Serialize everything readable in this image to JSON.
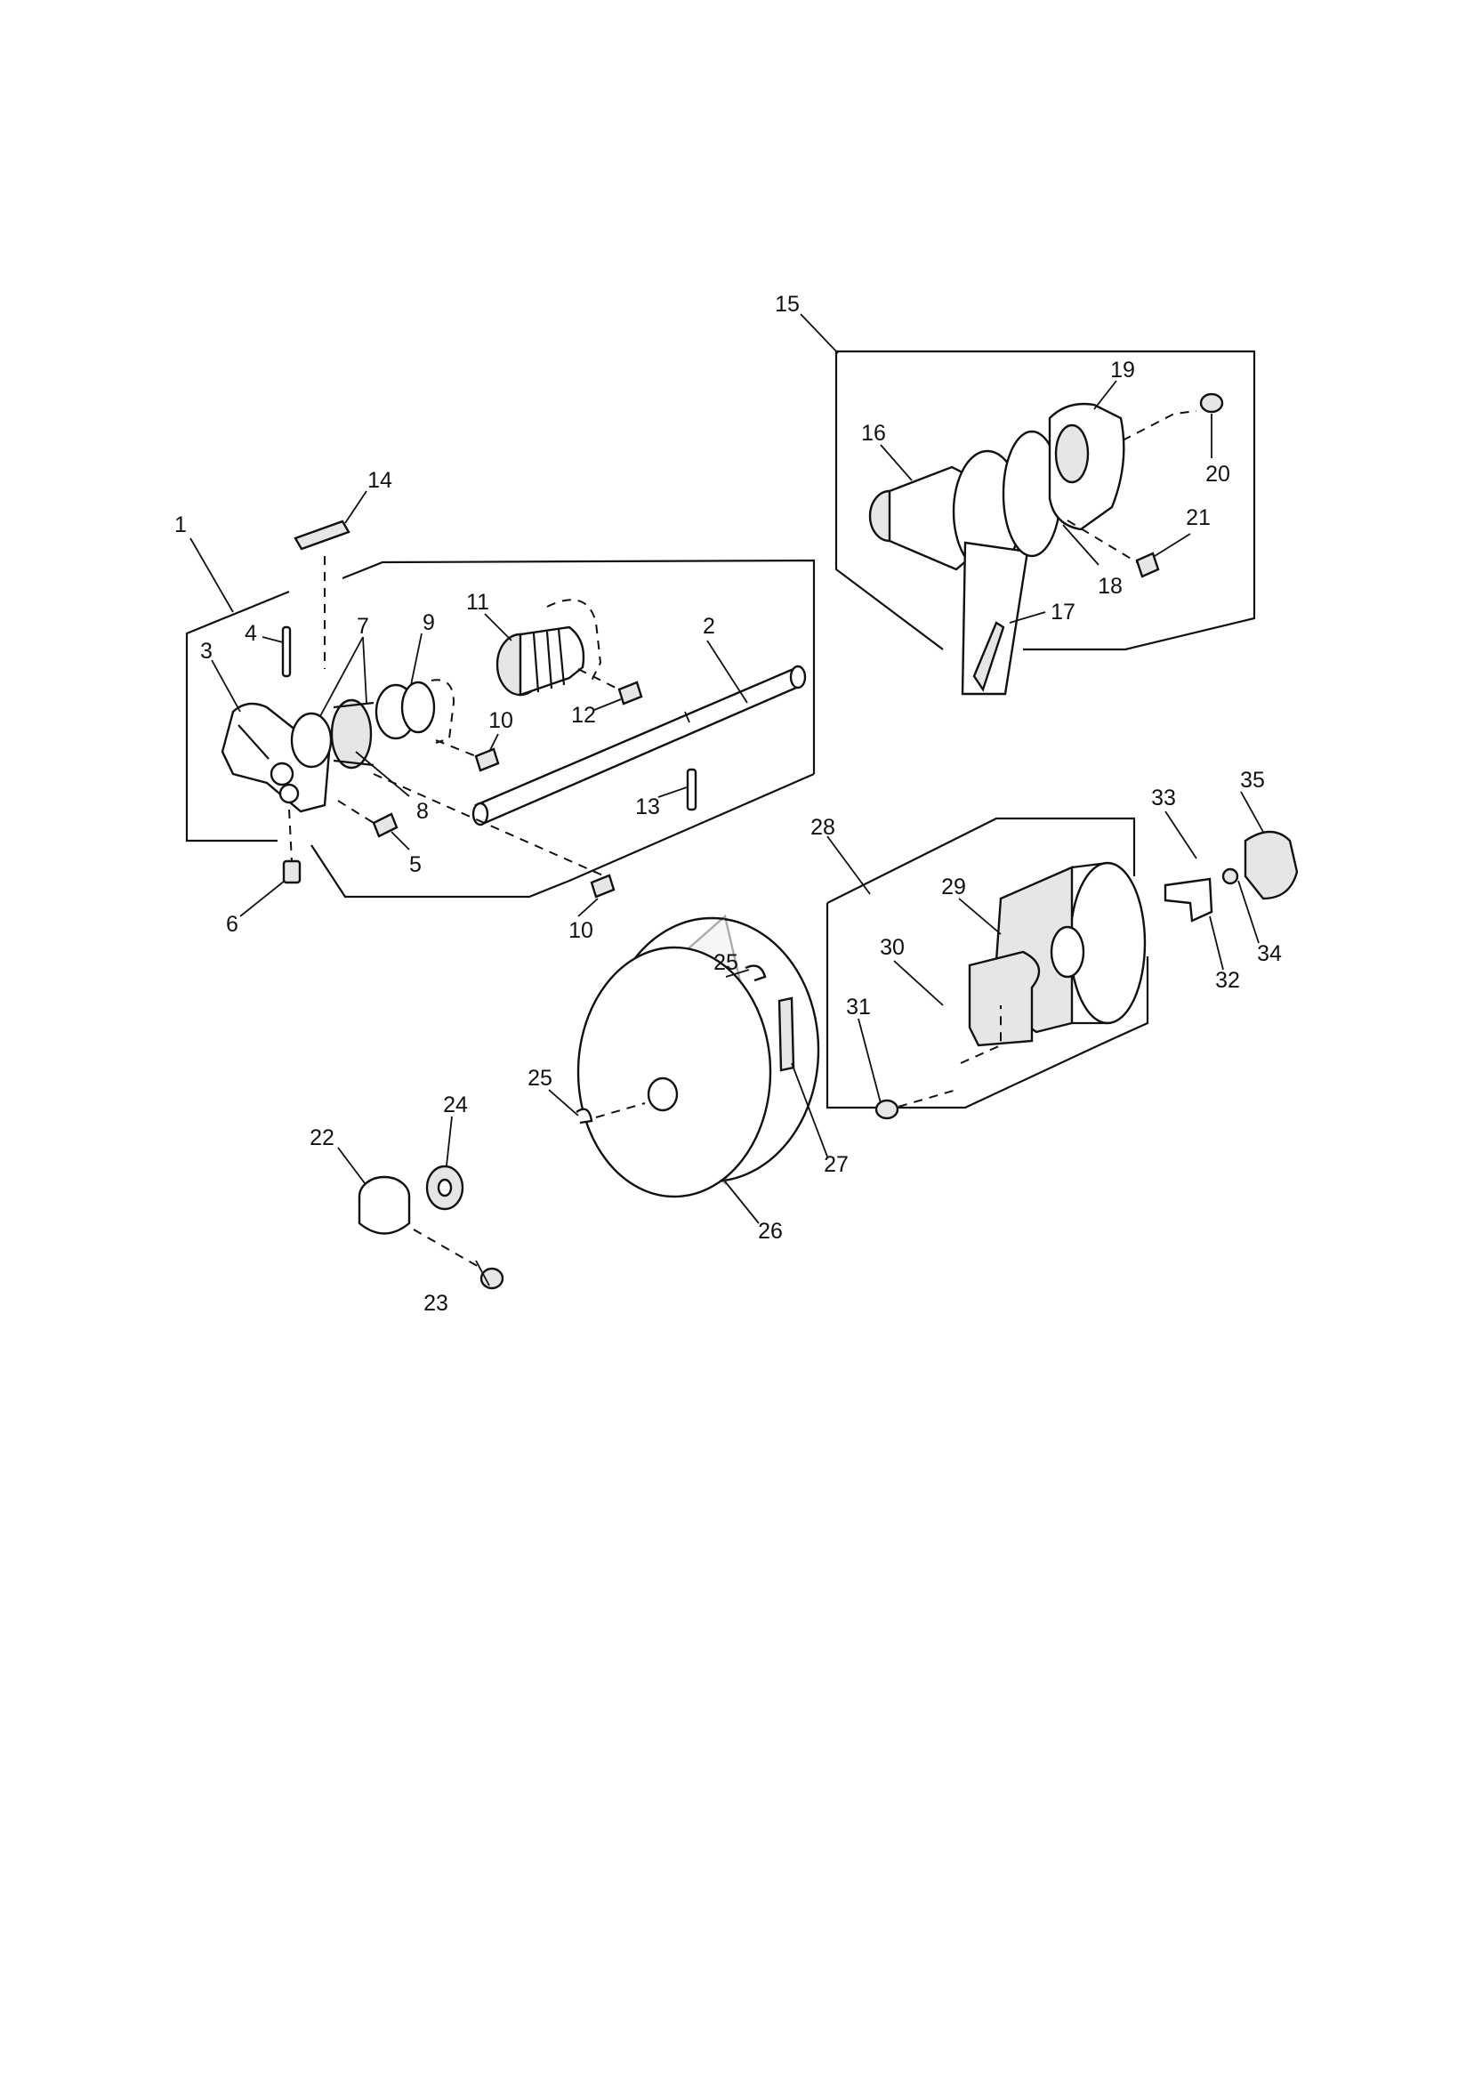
{
  "callouts": {
    "c1": "1",
    "c2": "2",
    "c3": "3",
    "c4": "4",
    "c5": "5",
    "c6": "6",
    "c7": "7",
    "c8": "8",
    "c9": "9",
    "c10a": "10",
    "c10b": "10",
    "c11": "11",
    "c12": "12",
    "c13": "13",
    "c14": "14",
    "c15": "15",
    "c16": "16",
    "c17": "17",
    "c18": "18",
    "c19": "19",
    "c20": "20",
    "c21": "21",
    "c22": "22",
    "c23": "23",
    "c24": "24",
    "c25a": "25",
    "c25b": "25",
    "c26": "26",
    "c27": "27",
    "c28": "28",
    "c29": "29",
    "c30": "30",
    "c31": "31",
    "c32": "32",
    "c33": "33",
    "c34": "34",
    "c35": "35"
  }
}
